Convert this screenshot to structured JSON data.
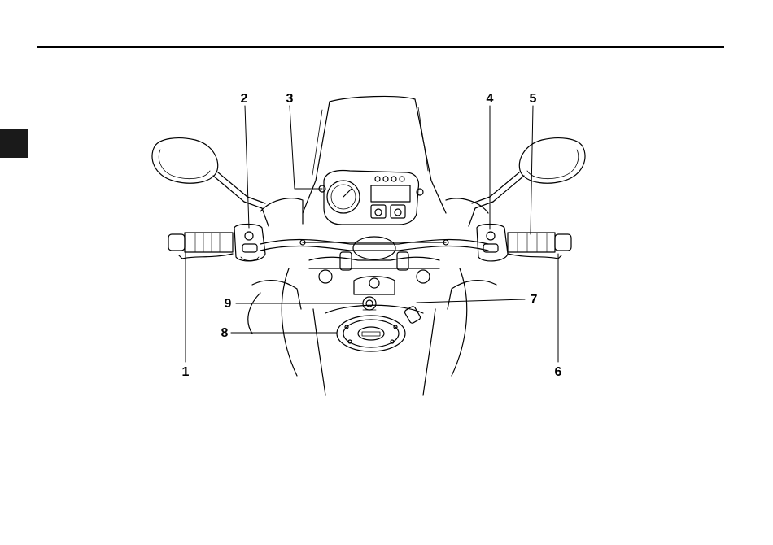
{
  "page": {
    "callouts": [
      {
        "id": "1",
        "label": "1"
      },
      {
        "id": "2",
        "label": "2"
      },
      {
        "id": "3",
        "label": "3"
      },
      {
        "id": "4",
        "label": "4"
      },
      {
        "id": "5",
        "label": "5"
      },
      {
        "id": "6",
        "label": "6"
      },
      {
        "id": "7",
        "label": "7"
      },
      {
        "id": "8",
        "label": "8"
      },
      {
        "id": "9",
        "label": "9"
      }
    ]
  }
}
